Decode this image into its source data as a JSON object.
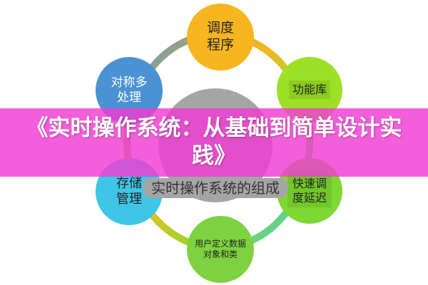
{
  "diagram": {
    "center": "实时操作系统的组成",
    "nodes": [
      {
        "label": "调度程序",
        "color": "#f7b520"
      },
      {
        "label": "功能库",
        "color": "#9ee027"
      },
      {
        "label": "快速调度延迟",
        "color": "#7ed833"
      },
      {
        "label": "用户定义数据对象和类",
        "color": "#7ed23f"
      },
      {
        "label": "存储管理",
        "color": "#3fc6e6"
      },
      {
        "label": "对称多处理",
        "color": "#4b92d4"
      }
    ]
  },
  "banner": {
    "title": "《实时操作系统：从基础到简单设计实践》",
    "color": "#f03cd2"
  }
}
